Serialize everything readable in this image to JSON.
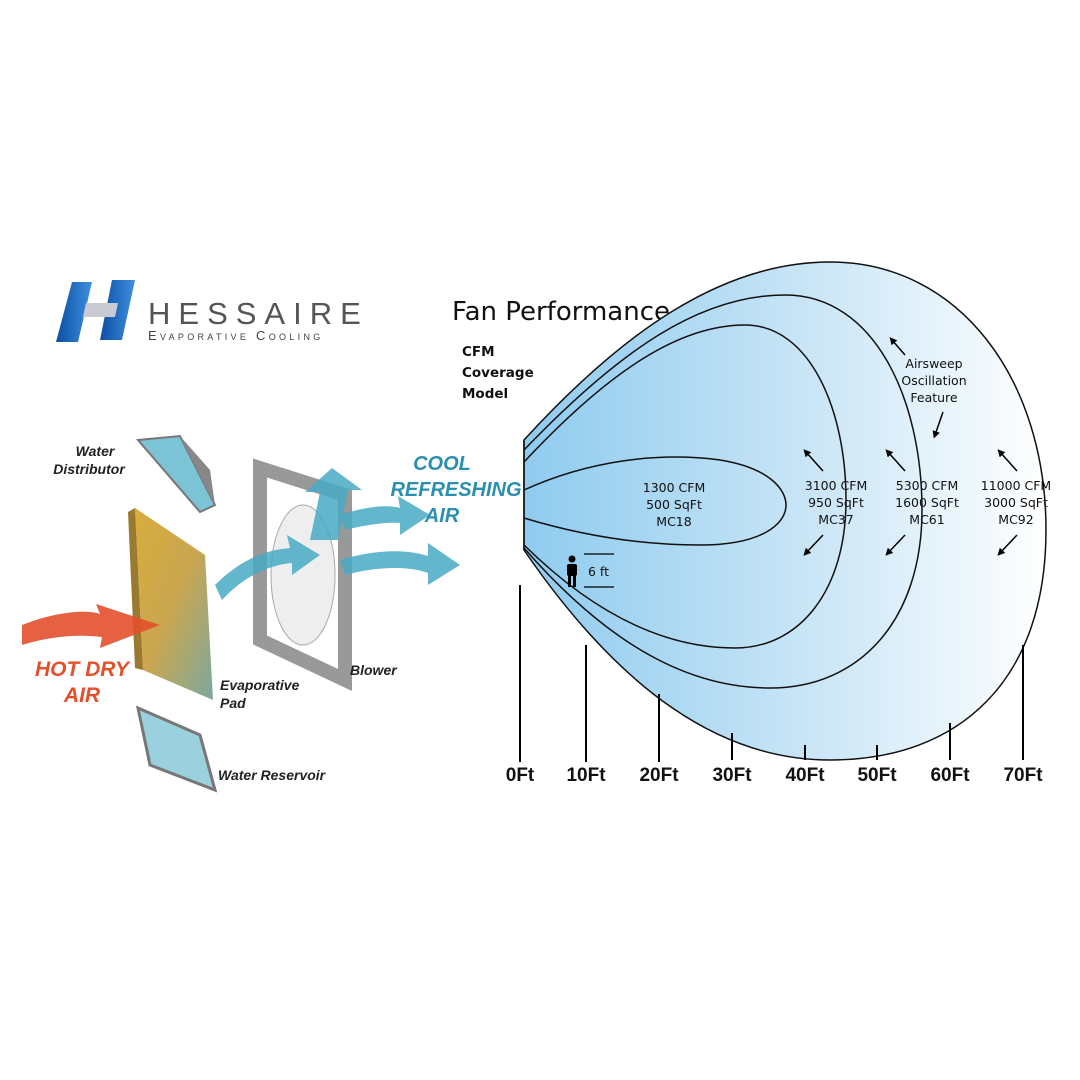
{
  "logo": {
    "brand": "HESSAIRE",
    "tagline": "Evaporative Cooling",
    "colors": {
      "blue": "#1a5fb4",
      "gray": "#555555"
    }
  },
  "illustration": {
    "water_distributor": [
      "Water",
      "Distributor"
    ],
    "evaporative_pad": [
      "Evaporative",
      "Pad"
    ],
    "water_reservoir": "Water Reservoir",
    "blower": "Blower",
    "hot_air": [
      "HOT DRY",
      "AIR"
    ],
    "cool_air": [
      "COOL",
      "REFRESHING",
      "AIR"
    ],
    "colors": {
      "hot": "#e2502c",
      "cool": "#2a8fb0",
      "pad": "#d4a935"
    }
  },
  "fan_performance": {
    "title": "Fan Performance",
    "legend": [
      "CFM",
      "Coverage",
      "Model"
    ],
    "zones": [
      {
        "cfm": "1300 CFM",
        "coverage": "500 SqFt",
        "model": "MC18"
      },
      {
        "cfm": "3100 CFM",
        "coverage": "950 SqFt",
        "model": "MC37"
      },
      {
        "cfm": "5300 CFM",
        "coverage": "1600 SqFt",
        "model": "MC61"
      },
      {
        "cfm": "11000 CFM",
        "coverage": "3000 SqFt",
        "model": "MC92"
      }
    ],
    "oscillation_note": [
      "Airsweep",
      "Oscillation",
      "Feature"
    ],
    "person_height": "6 ft",
    "distance_ticks": [
      "0Ft",
      "10Ft",
      "20Ft",
      "30Ft",
      "40Ft",
      "50Ft",
      "60Ft",
      "70Ft"
    ]
  }
}
